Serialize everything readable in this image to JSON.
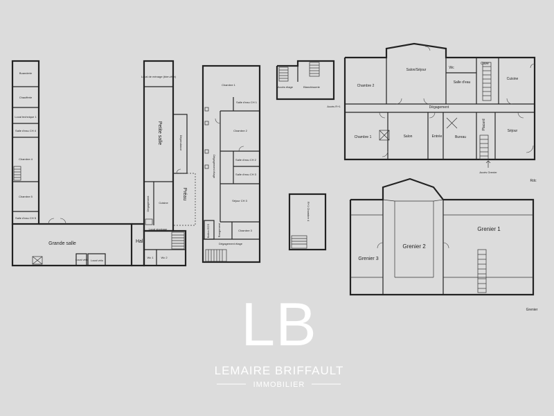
{
  "plan_left": {
    "rooms": {
      "buanderie": "Buanderie",
      "chaufferie": "Chaufferie",
      "local_technique_1": "Local technique 1",
      "salle_eau_ch4": "Salle d'eau CH 4",
      "chambre_4": "Chambre 4",
      "chambre_5": "Chambre 5",
      "salle_eau_ch5": "Salle d'eau CH 5",
      "grande_salle": "Grande salle",
      "local_velo": "Local vélo",
      "local_velo2": "Local vélo",
      "local_menage": "Local de ménage (bien-être)",
      "petite_salle": "Petite salle",
      "degagement": "Dégagement",
      "cuisine": "Cuisine",
      "dependance": "Dépendance",
      "preau": "Préau",
      "hall": "Hall",
      "local_stockage": "Local stockage",
      "wc1": "Wc 1",
      "wc2": "Wc 2"
    }
  },
  "plan_etage": {
    "rooms": {
      "chambre_1": "Chambre 1",
      "salle_eau_ch1": "Salle d'eau CH 1",
      "chambre_2": "Chambre 2",
      "degagement_etage": "Dégagement étage",
      "salle_eau_ch2": "Salle d'eau CH 2",
      "salle_eau_ch3": "Salle d'eau CH 3",
      "sejour_ch3": "Séjour CH 3",
      "chambre_3": "Chambre 3",
      "rangement": "Rangement",
      "ballon_ecs": "Ballon ECS",
      "degagement_etage_2": "Dégagement étage"
    }
  },
  "plan_small": {
    "acces_etage": "Accès étage",
    "blanchisserie": "Blanchisserie",
    "acces": "Accès R+1",
    "combles": "R+1 Chambre 4"
  },
  "plan_rdc": {
    "rooms": {
      "chambre_2": "Chambre 2",
      "salon_sejour": "Salon/Séjour",
      "wc": "Wc",
      "cave": "Cave",
      "salle_eau": "Salle d'eau",
      "cuisine": "Cuisine",
      "degagement": "Dégagement",
      "chambre_1": "Chambre 1",
      "salon": "Salon",
      "entree": "Entrée",
      "bureau": "Bureau",
      "placard": "Placard",
      "sejour": "Séjour",
      "acces_grenier": "Accès Grenier"
    },
    "level_label": "Rdc"
  },
  "plan_grenier": {
    "rooms": {
      "grenier_1": "Grenier 1",
      "grenier_2": "Grenier 2",
      "grenier_3": "Grenier 3"
    },
    "level_label": "Grenier"
  },
  "brand": {
    "monogram": "LB",
    "name": "LEMAIRE BRIFFAULT",
    "subtitle": "IMMOBILIER"
  }
}
